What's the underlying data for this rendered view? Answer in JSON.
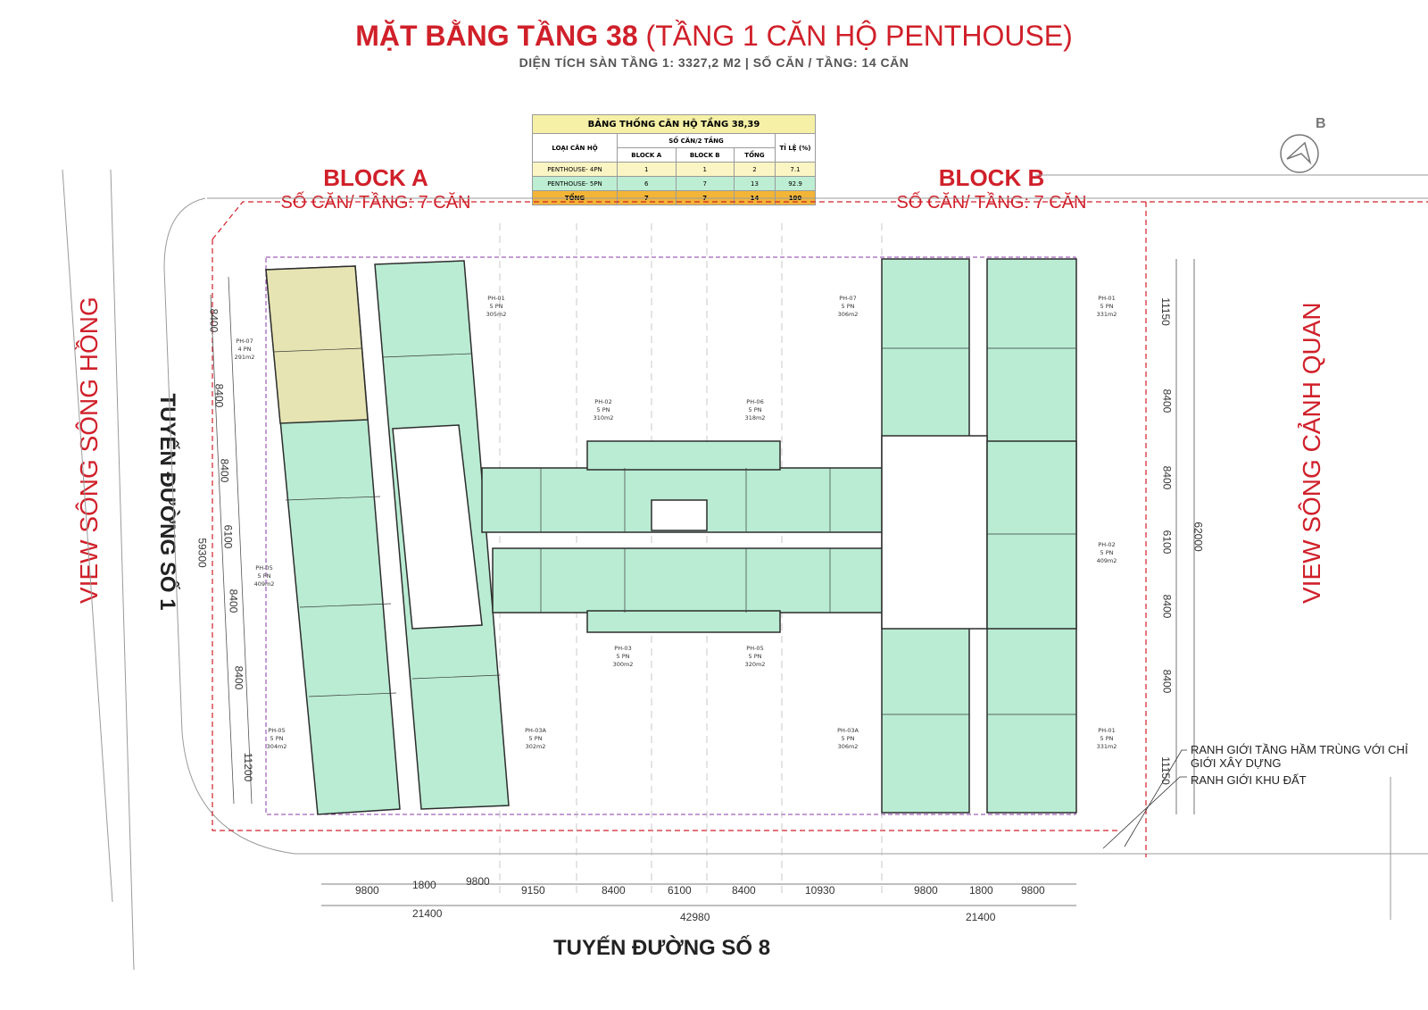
{
  "title": {
    "main": "MẶT BẰNG TẦNG 38",
    "sub": " (TẦNG 1 CĂN HỘ PENTHOUSE)"
  },
  "subtitle": "DIỆN TÍCH SÀN TẦNG 1: 3327,2 M2 | SỐ CĂN / TẦNG: 14 CĂN",
  "blocks": [
    {
      "title": "BLOCK A",
      "sub": "SỐ CĂN/ TẦNG: 7 CĂN"
    },
    {
      "title": "BLOCK B",
      "sub": "SỐ CĂN/ TẦNG: 7 CĂN"
    }
  ],
  "views": {
    "left": "VIEW SÔNG SÔNG HỒNG",
    "right": "VIEW SÔNG CẢNH QUAN"
  },
  "roads": {
    "left": "TUYẾN ĐƯỜNG SỐ 1",
    "bottom": "TUYẾN ĐƯỜNG SỐ 8"
  },
  "compass": {
    "letter": "B",
    "icon": "north-arrow-icon"
  },
  "stat_table": {
    "caption": "BẢNG THỐNG CĂN HỘ TẦNG 38,39",
    "col_type": "LOẠI CĂN HỘ",
    "col_count": "SỐ CĂN/2 TẦNG",
    "col_ratio": "TỈ LỆ (%)",
    "sub_a": "BLOCK A",
    "sub_b": "BLOCK B",
    "sub_total": "TỔNG",
    "rows": [
      {
        "type": "PENTHOUSE- 4PN",
        "a": "1",
        "b": "1",
        "total": "2",
        "ratio": "7.1"
      },
      {
        "type": "PENTHOUSE- 5PN",
        "a": "6",
        "b": "7",
        "total": "13",
        "ratio": "92.9"
      },
      {
        "type": "TỔNG",
        "a": "7",
        "b": "7",
        "total": "14",
        "ratio": "100"
      }
    ]
  },
  "units": [
    {
      "code": "PH-07",
      "beds": "4 PN",
      "area": "291m2"
    },
    {
      "code": "PH-01",
      "beds": "5 PN",
      "area": "305m2"
    },
    {
      "code": "PH-02",
      "beds": "5 PN",
      "area": "310m2"
    },
    {
      "code": "PH-06",
      "beds": "5 PN",
      "area": "318m2"
    },
    {
      "code": "PH-07",
      "beds": "5 PN",
      "area": "306m2"
    },
    {
      "code": "PH-01",
      "beds": "5 PN",
      "area": "331m2"
    },
    {
      "code": "PH-05",
      "beds": "5 PN",
      "area": "409m2"
    },
    {
      "code": "PH-02",
      "beds": "5 PN",
      "area": "409m2"
    },
    {
      "code": "PH-03",
      "beds": "5 PN",
      "area": "300m2"
    },
    {
      "code": "PH-05",
      "beds": "5 PN",
      "area": "320m2"
    },
    {
      "code": "PH-05",
      "beds": "5 PN",
      "area": "304m2"
    },
    {
      "code": "PH-03A",
      "beds": "5 PN",
      "area": "302m2"
    },
    {
      "code": "PH-03A",
      "beds": "5 PN",
      "area": "306m2"
    },
    {
      "code": "PH-01",
      "beds": "5 PN",
      "area": "331m2"
    }
  ],
  "dims_left": [
    "8400",
    "8400",
    "8400",
    "6100",
    "8400",
    "8400",
    "11200",
    "59300"
  ],
  "dims_right": [
    "11150",
    "8400",
    "8400",
    "6100",
    "8400",
    "8400",
    "11150",
    "62000"
  ],
  "dims_bottom": [
    "9800",
    "1800",
    "9800",
    "9150",
    "8400",
    "6100",
    "8400",
    "10930",
    "9800",
    "1800",
    "9800"
  ],
  "dims_bottom_total": [
    "21400",
    "42980",
    "21400"
  ],
  "legend": {
    "line1": "RANH GIỚI TẦNG HẦM TRÙNG VỚI CHỈ GIỚI XÂY DỰNG",
    "line2": "RANH GIỚI KHU ĐẤT"
  },
  "colors": {
    "accent": "#d0202a",
    "unit_green": "#b9ecd3",
    "unit_highlight": "#e6e4b2",
    "table_total": "#f3b537"
  }
}
